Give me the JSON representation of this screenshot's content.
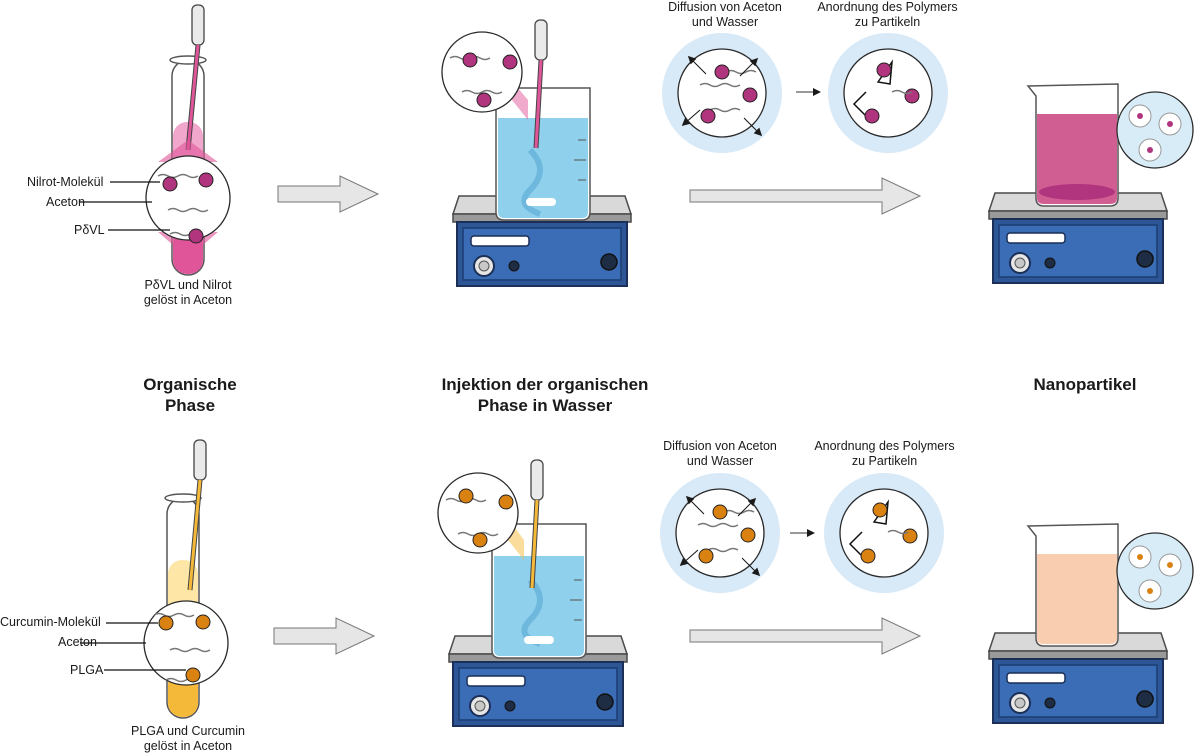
{
  "colors": {
    "nilrot": "#e0559a",
    "curcumin": "#f5b93a",
    "water": "#8fd0ec",
    "stirrer_blue": "#2c5696",
    "arrow_gray": "#e6e6e6",
    "bubble_halo": "#d8e9f7",
    "particle_pink": "#b0357e",
    "particle_orange": "#d98212"
  },
  "headings": {
    "organic_phase": "Organische Phase",
    "injection": "Injektion der organischen Phase in Wasser",
    "nanoparticles": "Nanopartikel"
  },
  "top_row": {
    "labels": {
      "molecule": "Nilrot-Molekül",
      "solvent": "Aceton",
      "polymer": "PδVL"
    },
    "tube_caption": "PδVL und Nilrot gelöst in Aceton",
    "diffusion_caption": "Diffusion von  Aceton und Wasser",
    "arrangement_caption": "Anordnung des Polymers zu Partikeln"
  },
  "bottom_row": {
    "labels": {
      "molecule": "Curcumin-Molekül",
      "solvent": "Aceton",
      "polymer": "PLGA"
    },
    "tube_caption": "PLGA und Curcumin gelöst in Aceton",
    "diffusion_caption": "Diffusion von Aceton und Wasser",
    "arrangement_caption": "Anordnung des Polymers zu Partikeln"
  }
}
